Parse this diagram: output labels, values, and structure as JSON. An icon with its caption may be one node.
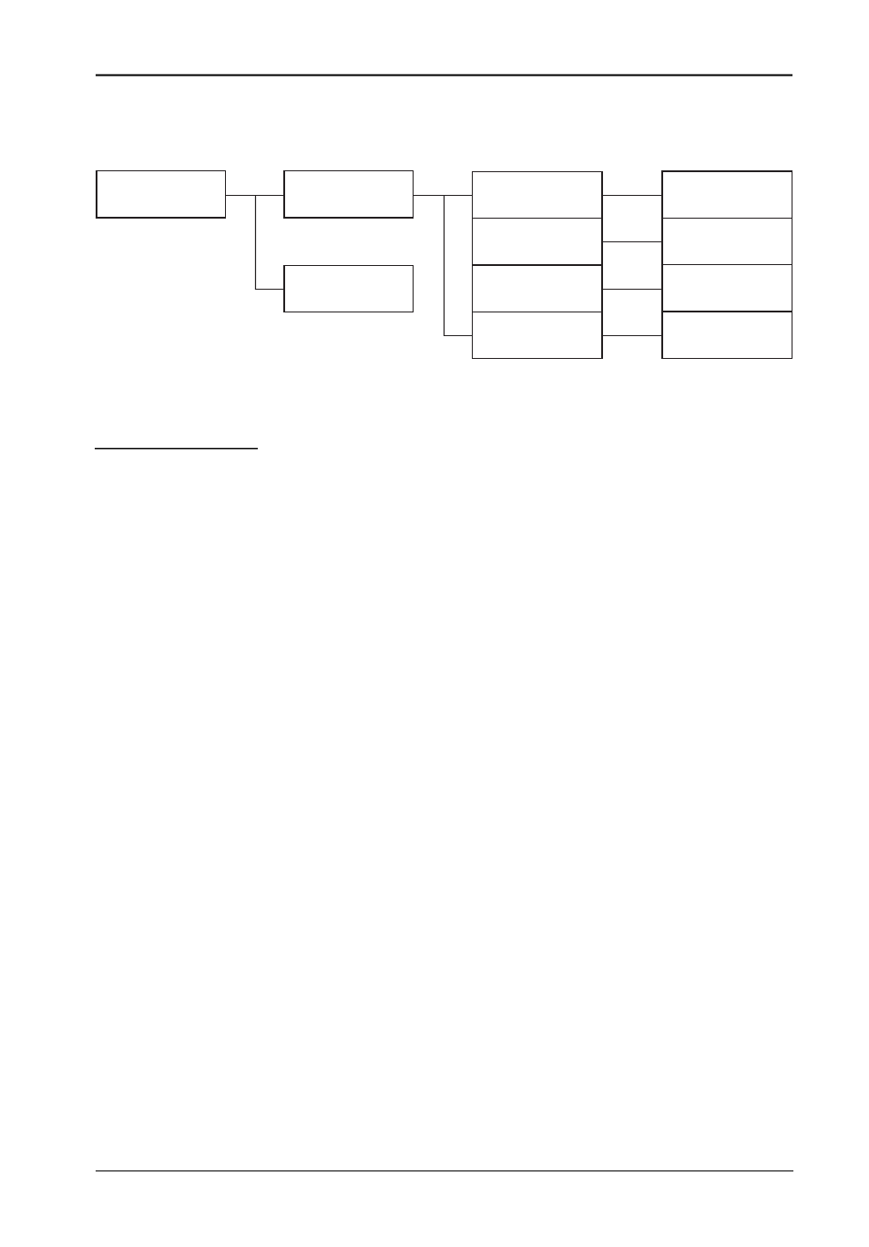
{
  "diagram": {
    "nodes": [
      {
        "text": [],
        "shape": "box"
      },
      {
        "text": [],
        "shape": "box"
      },
      {
        "text": [],
        "shape": "box"
      },
      {
        "text": [],
        "shape": "box"
      },
      {
        "text": [],
        "shape": "box"
      },
      {
        "text": [],
        "shape": "box"
      },
      {
        "text": [],
        "shape": "box"
      },
      {
        "text": [],
        "shape": "box"
      },
      {
        "text": [],
        "shape": "box"
      },
      {
        "text": [],
        "shape": "box"
      },
      {
        "text": [],
        "shape": "box"
      }
    ],
    "edges": [
      {
        "from": 0,
        "to": 1,
        "arrow": "none"
      },
      {
        "from": 0,
        "to": 2,
        "arrow": "none"
      },
      {
        "from": 1,
        "to": 3,
        "arrow": "none"
      },
      {
        "from": 1,
        "to": 6,
        "arrow": "none"
      },
      {
        "from": 3,
        "to": 7,
        "arrow": "none"
      },
      {
        "from": 4,
        "to": 8,
        "arrow": "none"
      },
      {
        "from": 5,
        "to": 9,
        "arrow": "none"
      },
      {
        "from": 6,
        "to": 10,
        "arrow": "none"
      }
    ]
  }
}
